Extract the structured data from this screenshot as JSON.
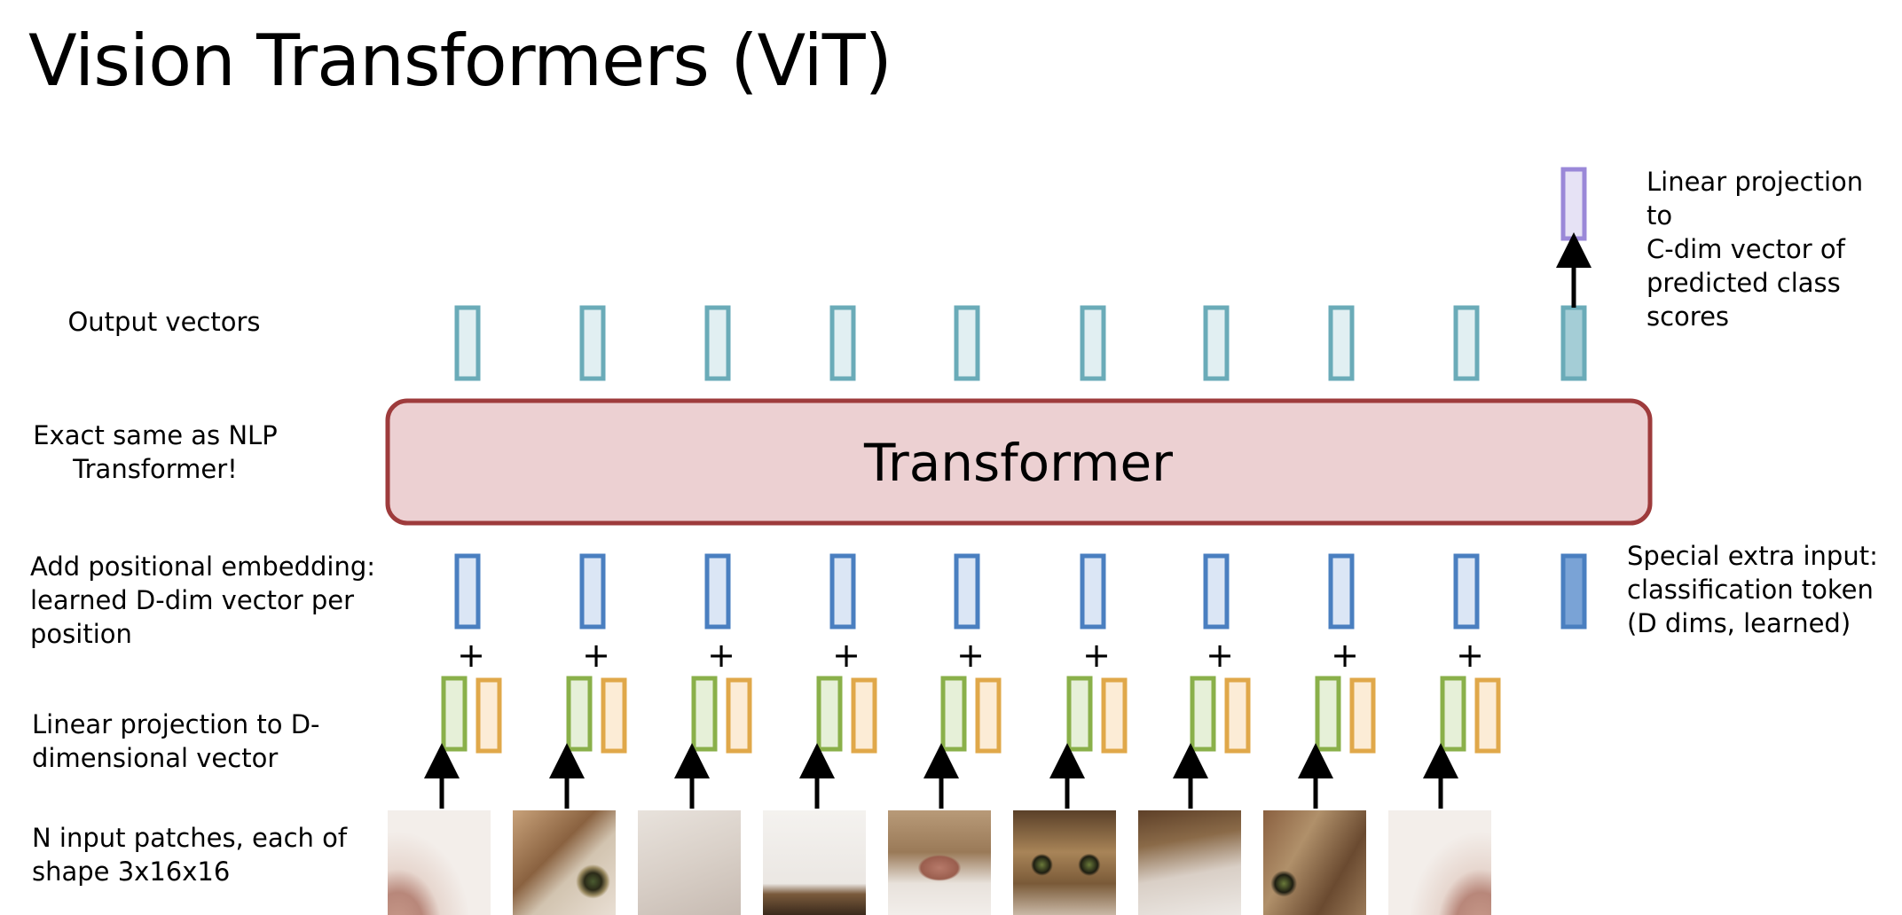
{
  "slide": {
    "title": "Vision Transformers (ViT)"
  },
  "labels": {
    "output_vectors": "Output vectors",
    "exact_same": "Exact same as NLP\nTransformer!",
    "positional": "Add positional embedding:\nlearned D-dim vector per\nposition",
    "linear_proj": "Linear projection to D-\ndimensional vector",
    "patches": "N input patches, each of\nshape 3x16x16",
    "class_proj": "Linear projection to\nC-dim vector of\npredicted class\nscores",
    "special_token": "Special extra input:\nclassification token\n(D dims, learned)"
  },
  "transformer": {
    "label": "Transformer"
  },
  "plus_sign": "+",
  "colors": {
    "output_fill": "#e1eff2",
    "output_stroke": "#6aabb8",
    "output_cls_fill": "#a4cdd6",
    "input_fill": "#dbe6f5",
    "input_stroke": "#4a7fc0",
    "input_cls_fill": "#7aa3d6",
    "linear_fill": "#e6f0d8",
    "linear_stroke": "#8ab04a",
    "pos_fill": "#fcecd6",
    "pos_stroke": "#e0a84a",
    "class_fill": "#e6e2f5",
    "class_stroke": "#9a88d8",
    "transformer_fill": "#ecd0d2",
    "transformer_stroke": "#9e3b3c"
  },
  "patches": [
    {
      "name": "patch-1-ear-left"
    },
    {
      "name": "patch-2-cat-eye-left"
    },
    {
      "name": "patch-3-background"
    },
    {
      "name": "patch-4-cat-top"
    },
    {
      "name": "patch-5-cat-nose"
    },
    {
      "name": "patch-6-cat-face"
    },
    {
      "name": "patch-7-cat-paw"
    },
    {
      "name": "patch-8-cat-side"
    },
    {
      "name": "patch-9-ear-right"
    }
  ]
}
